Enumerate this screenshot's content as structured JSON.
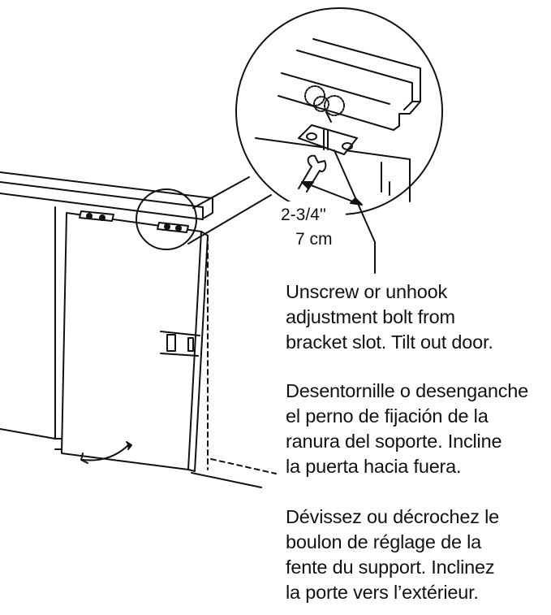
{
  "dimension": {
    "imperial": "2-3/4''",
    "metric": "7 cm"
  },
  "instructions": {
    "english": [
      "Unscrew or unhook",
      "adjustment bolt from",
      "bracket slot. Tilt out door."
    ],
    "spanish": [
      "Desentornille o desenganche",
      "el perno de fijación de la",
      "ranura del soporte.  Incline",
      "la puerta hacia fuera."
    ],
    "french": [
      "Dévissez ou décrochez le",
      "boulon de réglage de la",
      "fente du support.  Inclinez",
      "la porte vers l’extérieur."
    ]
  }
}
